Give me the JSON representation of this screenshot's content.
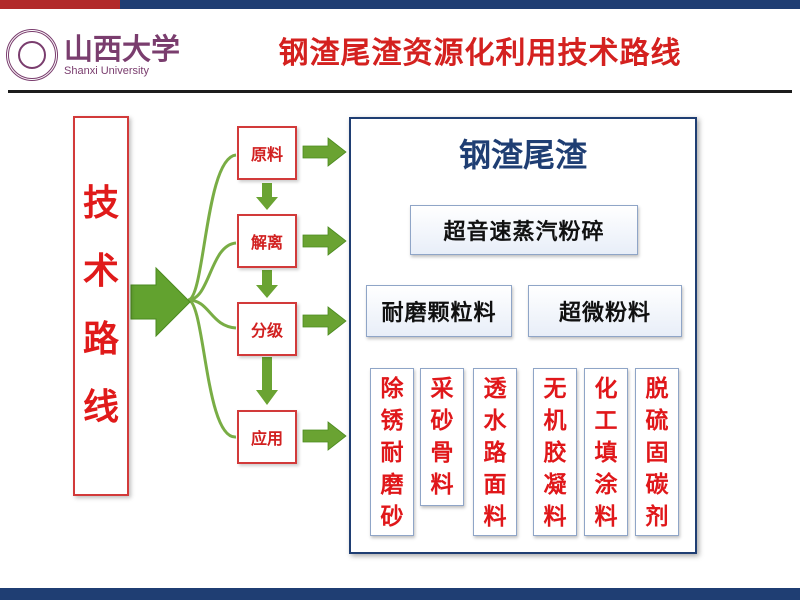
{
  "header": {
    "title": "钢渣尾渣资源化利用技术路线"
  },
  "logo": {
    "name_cn": "山西大学",
    "name_en": "Shanxi University"
  },
  "tech_route": {
    "chars": [
      "技",
      "术",
      "路",
      "线"
    ]
  },
  "steps": [
    {
      "label": "原料"
    },
    {
      "label": "解离"
    },
    {
      "label": "分级"
    },
    {
      "label": "应用"
    }
  ],
  "panel": {
    "title": "钢渣尾渣",
    "process": "超音速蒸汽粉碎",
    "branch_left": "耐磨颗粒料",
    "branch_right": "超微粉料",
    "products": [
      {
        "chars": [
          "除",
          "锈",
          "耐",
          "磨",
          "砂"
        ]
      },
      {
        "chars": [
          "采",
          "砂",
          "骨",
          "料"
        ]
      },
      {
        "chars": [
          "透",
          "水",
          "路",
          "面",
          "料"
        ]
      },
      {
        "chars": [
          "无",
          "机",
          "胶",
          "凝",
          "料"
        ]
      },
      {
        "chars": [
          "化",
          "工",
          "填",
          "涂",
          "料"
        ]
      },
      {
        "chars": [
          "脱",
          "硫",
          "固",
          "碳",
          "剂"
        ]
      }
    ]
  },
  "colors": {
    "navy": "#1f3e73",
    "red_text": "#d4211f",
    "green_arrow": "#6aa332"
  }
}
